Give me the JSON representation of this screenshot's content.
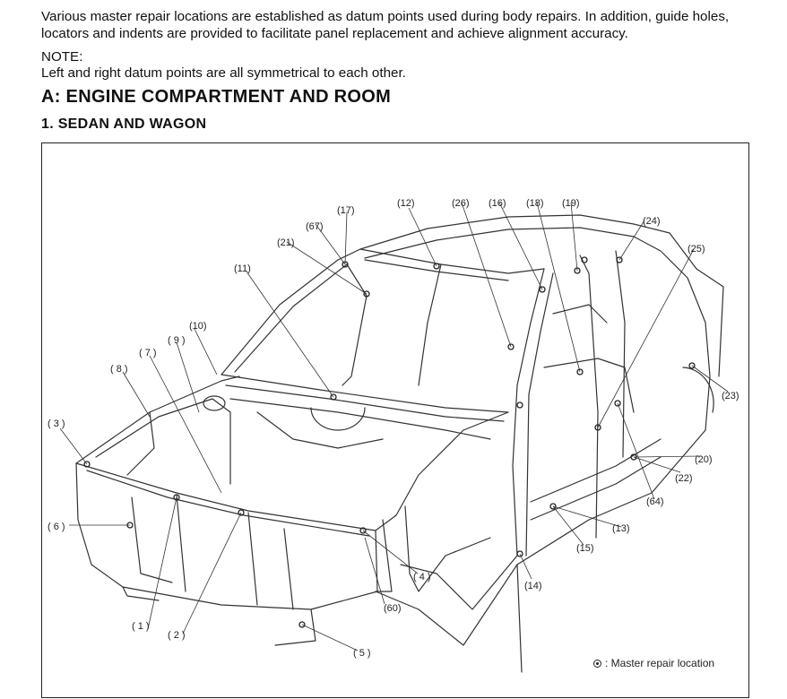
{
  "intro": "Various master repair locations are established as datum points used during body repairs. In addition, guide holes, locators and indents are provided to facilitate panel replacement and achieve alignment accuracy.",
  "note": {
    "label": "NOTE:",
    "text": "Left and right datum points are all symmetrical to each other."
  },
  "section": {
    "heading": "A:  ENGINE COMPARTMENT AND ROOM",
    "subheading": "1.  SEDAN AND WAGON"
  },
  "figure": {
    "legend_icon": "master-repair-location-symbol",
    "legend": ": Master repair location",
    "callouts": [
      {
        "id": "c1",
        "text": "( 1 )"
      },
      {
        "id": "c2",
        "text": "( 2 )"
      },
      {
        "id": "c3",
        "text": "( 3 )"
      },
      {
        "id": "c4",
        "text": "( 4 )"
      },
      {
        "id": "c5",
        "text": "( 5 )"
      },
      {
        "id": "c6",
        "text": "( 6 )"
      },
      {
        "id": "c7",
        "text": "( 7 )"
      },
      {
        "id": "c8",
        "text": "( 8 )"
      },
      {
        "id": "c9",
        "text": "( 9 )"
      },
      {
        "id": "c10",
        "text": "(10)"
      },
      {
        "id": "c11",
        "text": "(11)"
      },
      {
        "id": "c12",
        "text": "(12)"
      },
      {
        "id": "c13",
        "text": "(13)"
      },
      {
        "id": "c14",
        "text": "(14)"
      },
      {
        "id": "c15",
        "text": "(15)"
      },
      {
        "id": "c16",
        "text": "(16)"
      },
      {
        "id": "c17",
        "text": "(17)"
      },
      {
        "id": "c18",
        "text": "(18)"
      },
      {
        "id": "c19",
        "text": "(19)"
      },
      {
        "id": "c20",
        "text": "(20)"
      },
      {
        "id": "c21",
        "text": "(21)"
      },
      {
        "id": "c22",
        "text": "(22)"
      },
      {
        "id": "c23",
        "text": "(23)"
      },
      {
        "id": "c24",
        "text": "(24)"
      },
      {
        "id": "c25",
        "text": "(25)"
      },
      {
        "id": "c26",
        "text": "(26)"
      },
      {
        "id": "c60",
        "text": "(60)"
      },
      {
        "id": "c64",
        "text": "(64)"
      },
      {
        "id": "c67",
        "text": "(67)"
      }
    ]
  }
}
